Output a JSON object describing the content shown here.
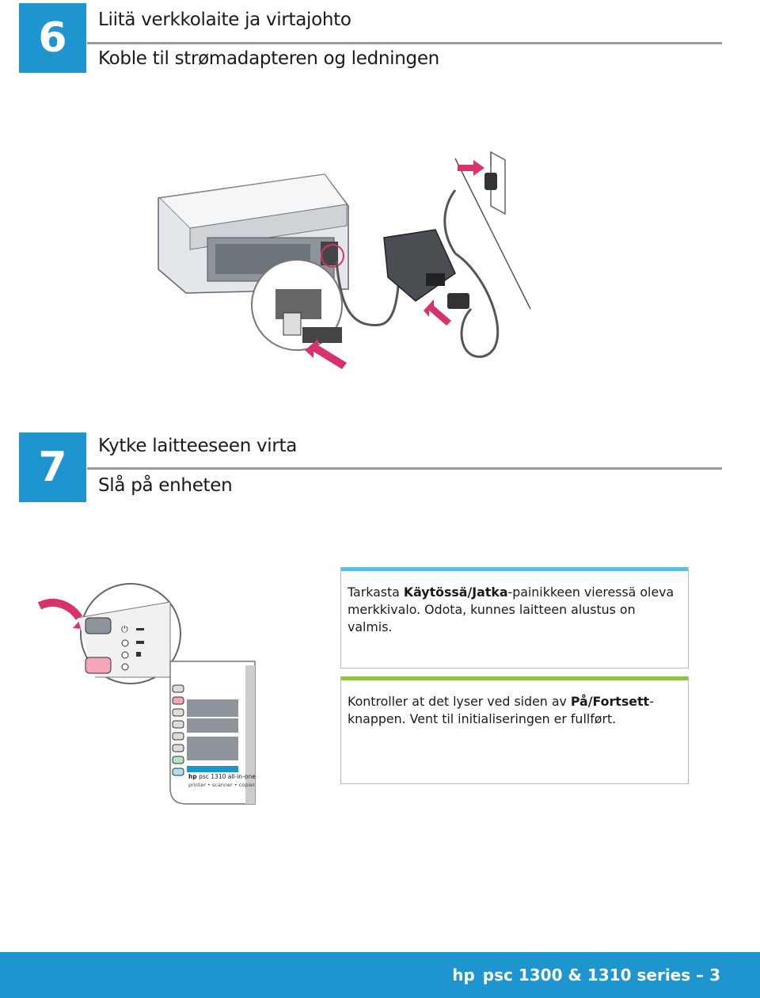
{
  "step6": {
    "number": "6",
    "title_fi": "Liitä verkkolaite ja virtajohto",
    "title_no": "Koble til strømadapteren og ledningen"
  },
  "step7": {
    "number": "7",
    "title_fi": "Kytke laitteeseen virta",
    "title_no": "Slå på enheten",
    "box_fi": {
      "pre": "Tarkasta ",
      "bold": "Käytössä/Jatka",
      "post": "-painikkeen vieressä oleva merkkivalo. Odota, kunnes laitteen alustus on valmis.",
      "accent": "#5bc0e0"
    },
    "box_no": {
      "pre": "Kontroller at det lyser ved siden av ",
      "bold": "På/Fortsett",
      "post": "-knappen. Vent til initialiseringen er fullført.",
      "accent": "#8bc34a"
    }
  },
  "panel": {
    "brand": "hp",
    "model": "psc 1310 all-in-one",
    "functions": "printer • scanner • copier"
  },
  "footer": {
    "brand": "hp",
    "text": "psc 1300 & 1310 series – 3"
  },
  "colors": {
    "brand_blue": "#1f95cf",
    "arrow_pink": "#d6336c"
  }
}
